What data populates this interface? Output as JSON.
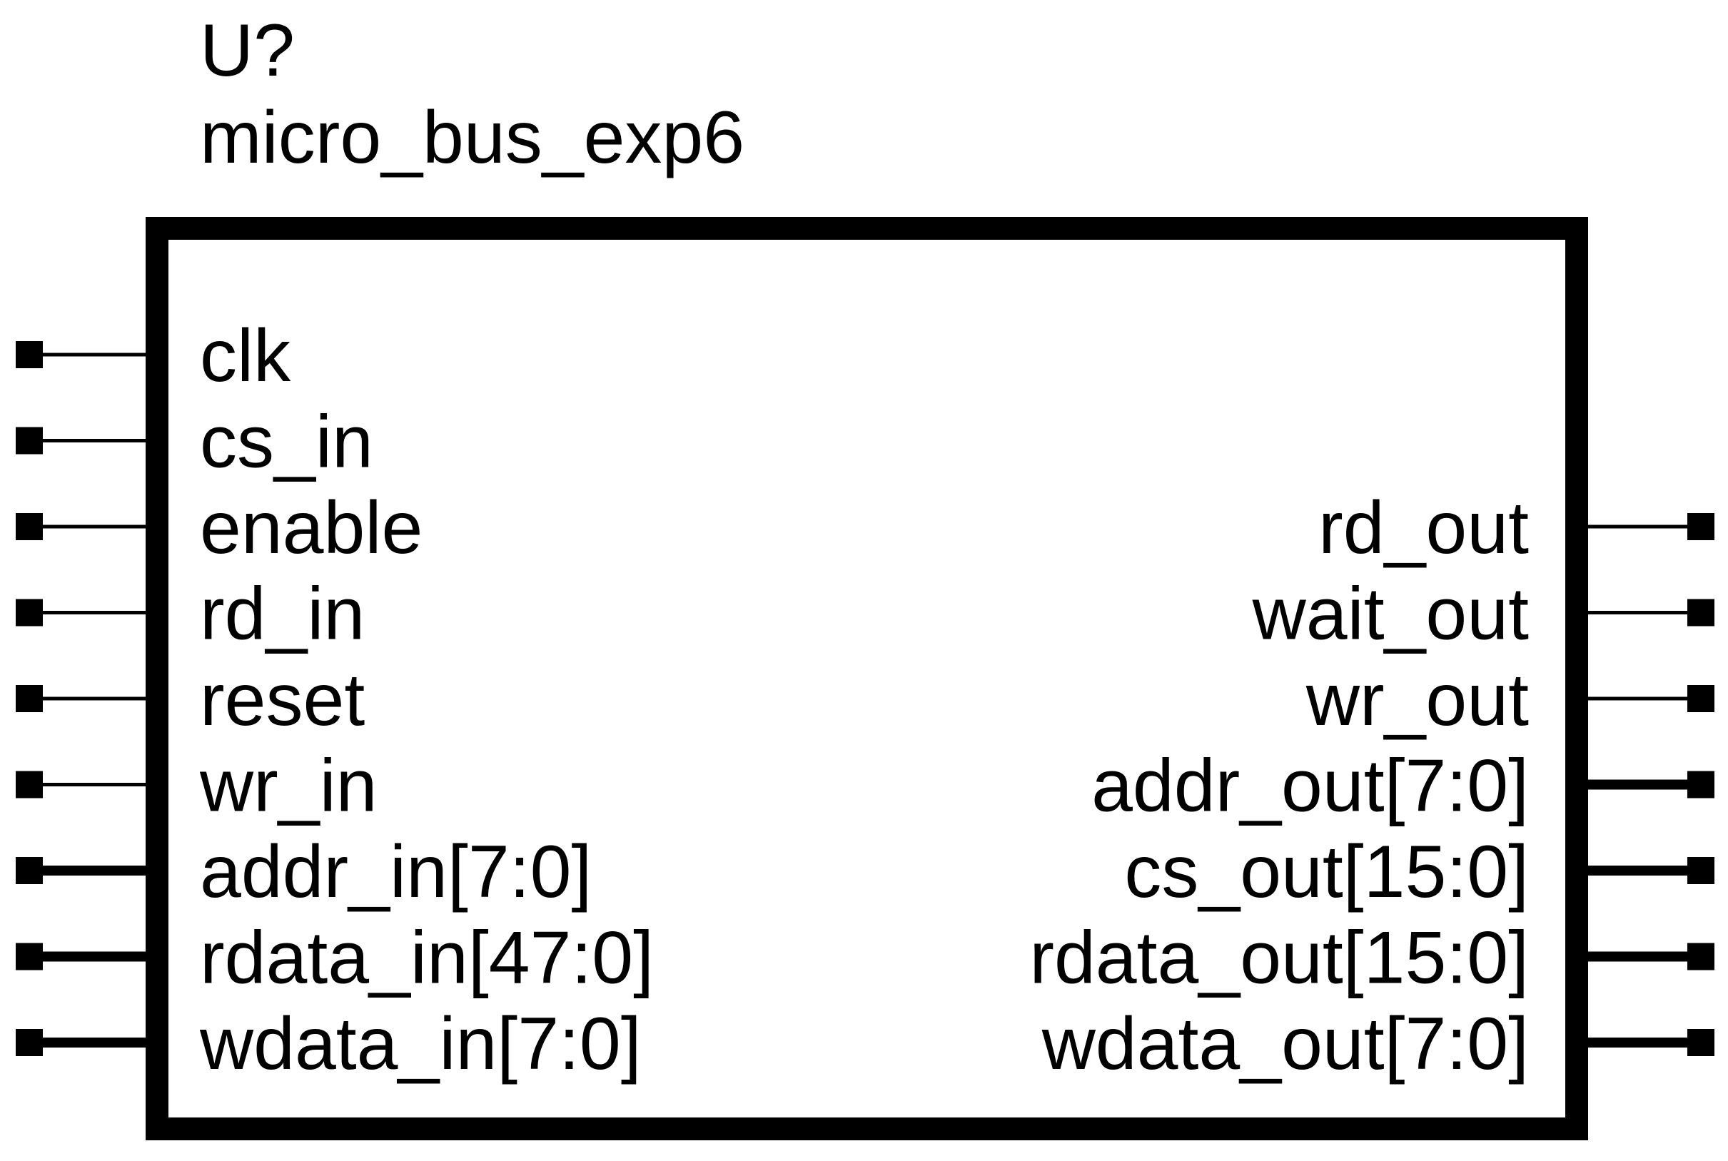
{
  "component": {
    "reference": "U?",
    "name": "micro_bus_exp6"
  },
  "colors": {
    "line": "#000000",
    "background": "#ffffff"
  },
  "pins_left": [
    {
      "name": "clk",
      "bus": false
    },
    {
      "name": "cs_in",
      "bus": false
    },
    {
      "name": "enable",
      "bus": false
    },
    {
      "name": "rd_in",
      "bus": false
    },
    {
      "name": "reset",
      "bus": false
    },
    {
      "name": "wr_in",
      "bus": false
    },
    {
      "name": "addr_in[7:0]",
      "bus": true
    },
    {
      "name": "rdata_in[47:0]",
      "bus": true
    },
    {
      "name": "wdata_in[7:0]",
      "bus": true
    }
  ],
  "pins_right": [
    {
      "name": "rd_out",
      "bus": false
    },
    {
      "name": "wait_out",
      "bus": false
    },
    {
      "name": "wr_out",
      "bus": false
    },
    {
      "name": "addr_out[7:0]",
      "bus": true
    },
    {
      "name": "cs_out[15:0]",
      "bus": true
    },
    {
      "name": "rdata_out[15:0]",
      "bus": true
    },
    {
      "name": "wdata_out[7:0]",
      "bus": true
    }
  ]
}
